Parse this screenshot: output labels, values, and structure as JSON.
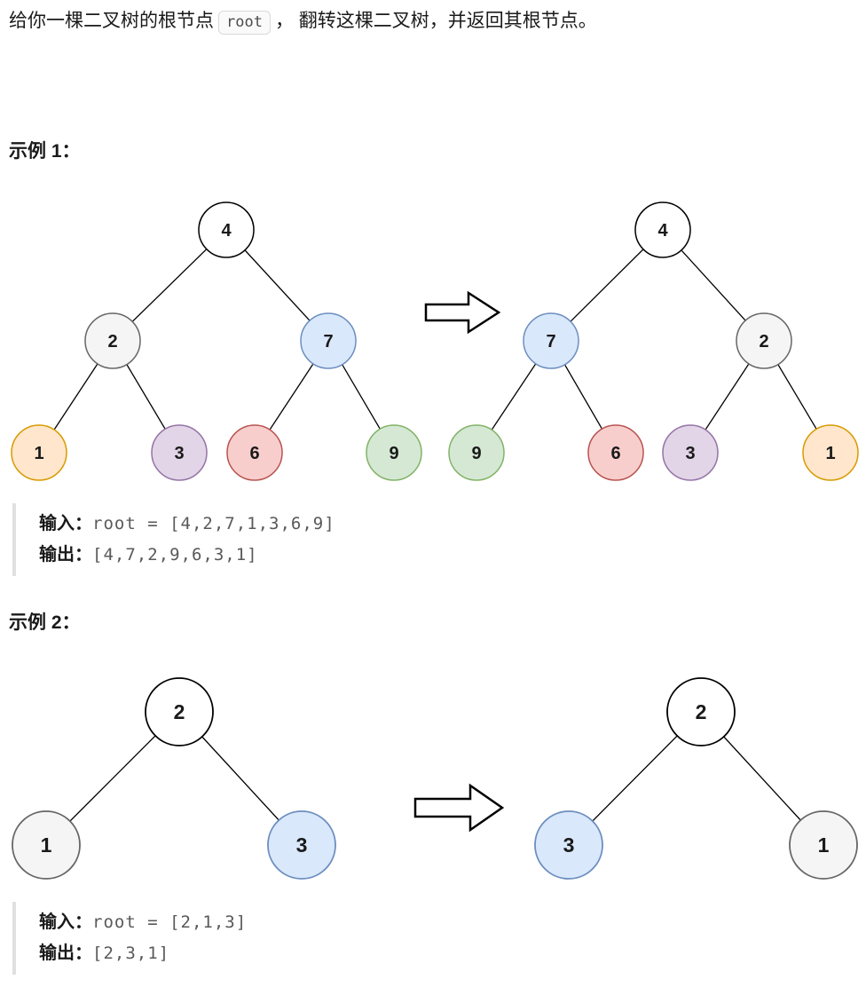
{
  "description": {
    "prefix": "给你一棵二叉树的根节点",
    "code": "root",
    "suffix": "， 翻转这棵二叉树，并返回其根节点。"
  },
  "examples": [
    {
      "label": "示例 1：",
      "input_label": "输入：",
      "input_value": "root = [4,2,7,1,3,6,9]",
      "output_label": "输出：",
      "output_value": "[4,7,2,9,6,3,1]"
    },
    {
      "label": "示例 2：",
      "input_label": "输入：",
      "input_value": "root = [2,1,3]",
      "output_label": "输出：",
      "output_value": "[2,3,1]"
    }
  ],
  "diagram1": {
    "left_nodes": [
      {
        "value": "4",
        "fill": "#ffffff",
        "stroke": "#000000"
      },
      {
        "value": "2",
        "fill": "#f5f5f5",
        "stroke": "#666666"
      },
      {
        "value": "7",
        "fill": "#dae8fc",
        "stroke": "#6c8ebf"
      },
      {
        "value": "1",
        "fill": "#ffe6cc",
        "stroke": "#d79b00"
      },
      {
        "value": "3",
        "fill": "#e1d5e7",
        "stroke": "#9673a6"
      },
      {
        "value": "6",
        "fill": "#f8cecc",
        "stroke": "#b85450"
      },
      {
        "value": "9",
        "fill": "#d5e8d4",
        "stroke": "#82b366"
      }
    ],
    "right_nodes": [
      {
        "value": "4",
        "fill": "#ffffff",
        "stroke": "#000000"
      },
      {
        "value": "7",
        "fill": "#dae8fc",
        "stroke": "#6c8ebf"
      },
      {
        "value": "2",
        "fill": "#f5f5f5",
        "stroke": "#666666"
      },
      {
        "value": "9",
        "fill": "#d5e8d4",
        "stroke": "#82b366"
      },
      {
        "value": "6",
        "fill": "#f8cecc",
        "stroke": "#b85450"
      },
      {
        "value": "3",
        "fill": "#e1d5e7",
        "stroke": "#9673a6"
      },
      {
        "value": "1",
        "fill": "#ffe6cc",
        "stroke": "#d79b00"
      }
    ]
  },
  "diagram2": {
    "left_nodes": [
      {
        "value": "2",
        "fill": "#ffffff",
        "stroke": "#000000"
      },
      {
        "value": "1",
        "fill": "#f5f5f5",
        "stroke": "#666666"
      },
      {
        "value": "3",
        "fill": "#dae8fc",
        "stroke": "#6c8ebf"
      }
    ],
    "right_nodes": [
      {
        "value": "2",
        "fill": "#ffffff",
        "stroke": "#000000"
      },
      {
        "value": "3",
        "fill": "#dae8fc",
        "stroke": "#6c8ebf"
      },
      {
        "value": "1",
        "fill": "#f5f5f5",
        "stroke": "#666666"
      }
    ]
  }
}
